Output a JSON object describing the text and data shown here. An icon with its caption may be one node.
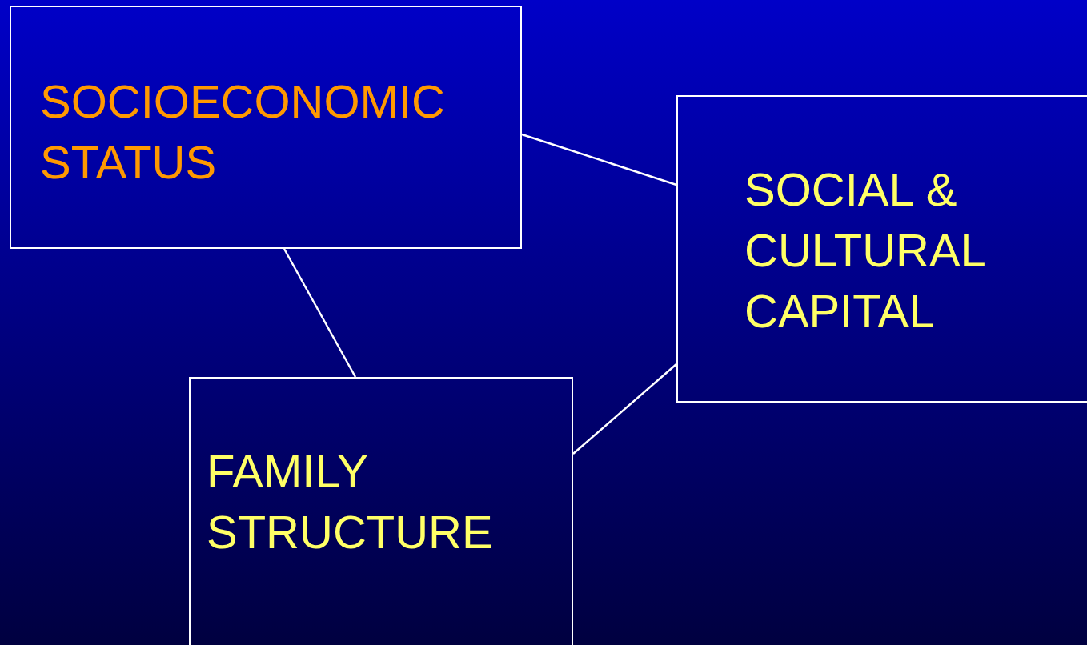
{
  "diagram": {
    "nodes": [
      {
        "text": [
          "SOCIOECONOMIC STATUS"
        ]
      },
      {
        "text": [
          "SOCIAL & CULTURAL CAPITAL"
        ]
      },
      {
        "text": [
          "FAMILY STRUCTURE"
        ]
      }
    ],
    "edges": [
      {
        "from": 0,
        "to": 1,
        "arrow": "none"
      },
      {
        "from": 1,
        "to": 2,
        "arrow": "none"
      },
      {
        "from": 0,
        "to": 2,
        "arrow": "none"
      }
    ]
  }
}
